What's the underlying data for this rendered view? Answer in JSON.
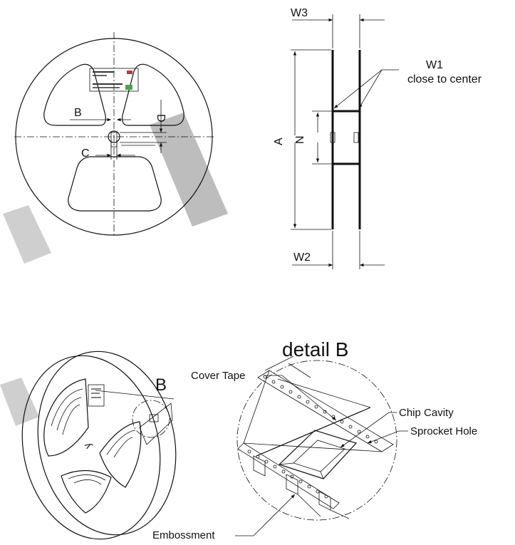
{
  "labels": {
    "W3": "W3",
    "W1": "W1",
    "W1_note": "close to center",
    "A": "A",
    "N": "N",
    "W2": "W2",
    "B": "B",
    "C": "C",
    "D": "D",
    "detail_title": "detail B",
    "detail_marker": "B",
    "cover_tape": "Cover Tape",
    "chip_cavity": "Chip Cavity",
    "sprocket_hole": "Sprocket Hole",
    "embossment": "Embossment"
  },
  "colors": {
    "line": "#111111",
    "watermark": "#bdbdbd",
    "background": "#ffffff"
  }
}
